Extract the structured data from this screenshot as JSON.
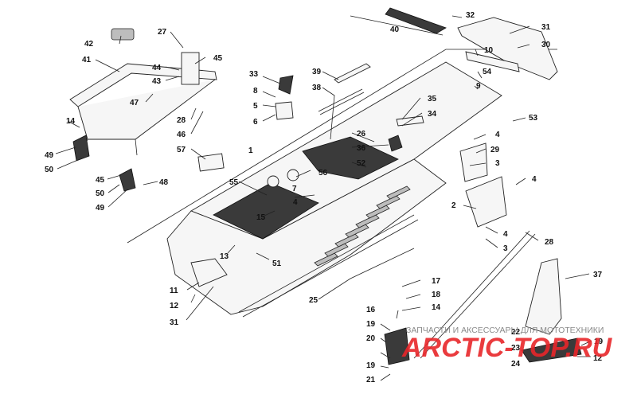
{
  "callouts": [
    {
      "id": "c1",
      "text": "1"
    },
    {
      "id": "c2",
      "text": "2"
    },
    {
      "id": "c3a",
      "text": "3"
    },
    {
      "id": "c3b",
      "text": "3"
    },
    {
      "id": "c4a",
      "text": "4"
    },
    {
      "id": "c4b",
      "text": "4"
    },
    {
      "id": "c4c",
      "text": "4"
    },
    {
      "id": "c4d",
      "text": "4"
    },
    {
      "id": "c5",
      "text": "5"
    },
    {
      "id": "c6",
      "text": "6"
    },
    {
      "id": "c7",
      "text": "7"
    },
    {
      "id": "c8",
      "text": "8"
    },
    {
      "id": "c9",
      "text": "9"
    },
    {
      "id": "c10",
      "text": "10"
    },
    {
      "id": "c11",
      "text": "11"
    },
    {
      "id": "c12a",
      "text": "12"
    },
    {
      "id": "c12b",
      "text": "12"
    },
    {
      "id": "c13",
      "text": "13"
    },
    {
      "id": "c14a",
      "text": "14"
    },
    {
      "id": "c14b",
      "text": "14"
    },
    {
      "id": "c15",
      "text": "15"
    },
    {
      "id": "c16",
      "text": "16"
    },
    {
      "id": "c17",
      "text": "17"
    },
    {
      "id": "c18",
      "text": "18"
    },
    {
      "id": "c19a",
      "text": "19"
    },
    {
      "id": "c19b",
      "text": "19"
    },
    {
      "id": "c19c",
      "text": "19"
    },
    {
      "id": "c20",
      "text": "20"
    },
    {
      "id": "c21",
      "text": "21"
    },
    {
      "id": "c22",
      "text": "22"
    },
    {
      "id": "c23",
      "text": "23"
    },
    {
      "id": "c24",
      "text": "24"
    },
    {
      "id": "c25",
      "text": "25"
    },
    {
      "id": "c26",
      "text": "26"
    },
    {
      "id": "c27",
      "text": "27"
    },
    {
      "id": "c28a",
      "text": "28"
    },
    {
      "id": "c28b",
      "text": "28"
    },
    {
      "id": "c29",
      "text": "29"
    },
    {
      "id": "c30",
      "text": "30"
    },
    {
      "id": "c31a",
      "text": "31"
    },
    {
      "id": "c31b",
      "text": "31"
    },
    {
      "id": "c32",
      "text": "32"
    },
    {
      "id": "c33",
      "text": "33"
    },
    {
      "id": "c34",
      "text": "34"
    },
    {
      "id": "c35",
      "text": "35"
    },
    {
      "id": "c36",
      "text": "36"
    },
    {
      "id": "c37",
      "text": "37"
    },
    {
      "id": "c38",
      "text": "38"
    },
    {
      "id": "c39",
      "text": "39"
    },
    {
      "id": "c40",
      "text": "40"
    },
    {
      "id": "c41",
      "text": "41"
    },
    {
      "id": "c42",
      "text": "42"
    },
    {
      "id": "c43",
      "text": "43"
    },
    {
      "id": "c44",
      "text": "44"
    },
    {
      "id": "c45a",
      "text": "45"
    },
    {
      "id": "c45b",
      "text": "45"
    },
    {
      "id": "c46",
      "text": "46"
    },
    {
      "id": "c47",
      "text": "47"
    },
    {
      "id": "c48",
      "text": "48"
    },
    {
      "id": "c49a",
      "text": "49"
    },
    {
      "id": "c49b",
      "text": "49"
    },
    {
      "id": "c50a",
      "text": "50"
    },
    {
      "id": "c50b",
      "text": "50"
    },
    {
      "id": "c51",
      "text": "51"
    },
    {
      "id": "c52",
      "text": "52"
    },
    {
      "id": "c53",
      "text": "53"
    },
    {
      "id": "c54",
      "text": "54"
    },
    {
      "id": "c55",
      "text": "55"
    },
    {
      "id": "c56",
      "text": "56"
    },
    {
      "id": "c57",
      "text": "57"
    }
  ],
  "watermark": {
    "caption": "ЗАПЧАСТИ И АКСЕССУАРЫ ДЛЯ МОТОТЕХНИКИ",
    "brand": "ARCTIC-TOP.RU"
  }
}
